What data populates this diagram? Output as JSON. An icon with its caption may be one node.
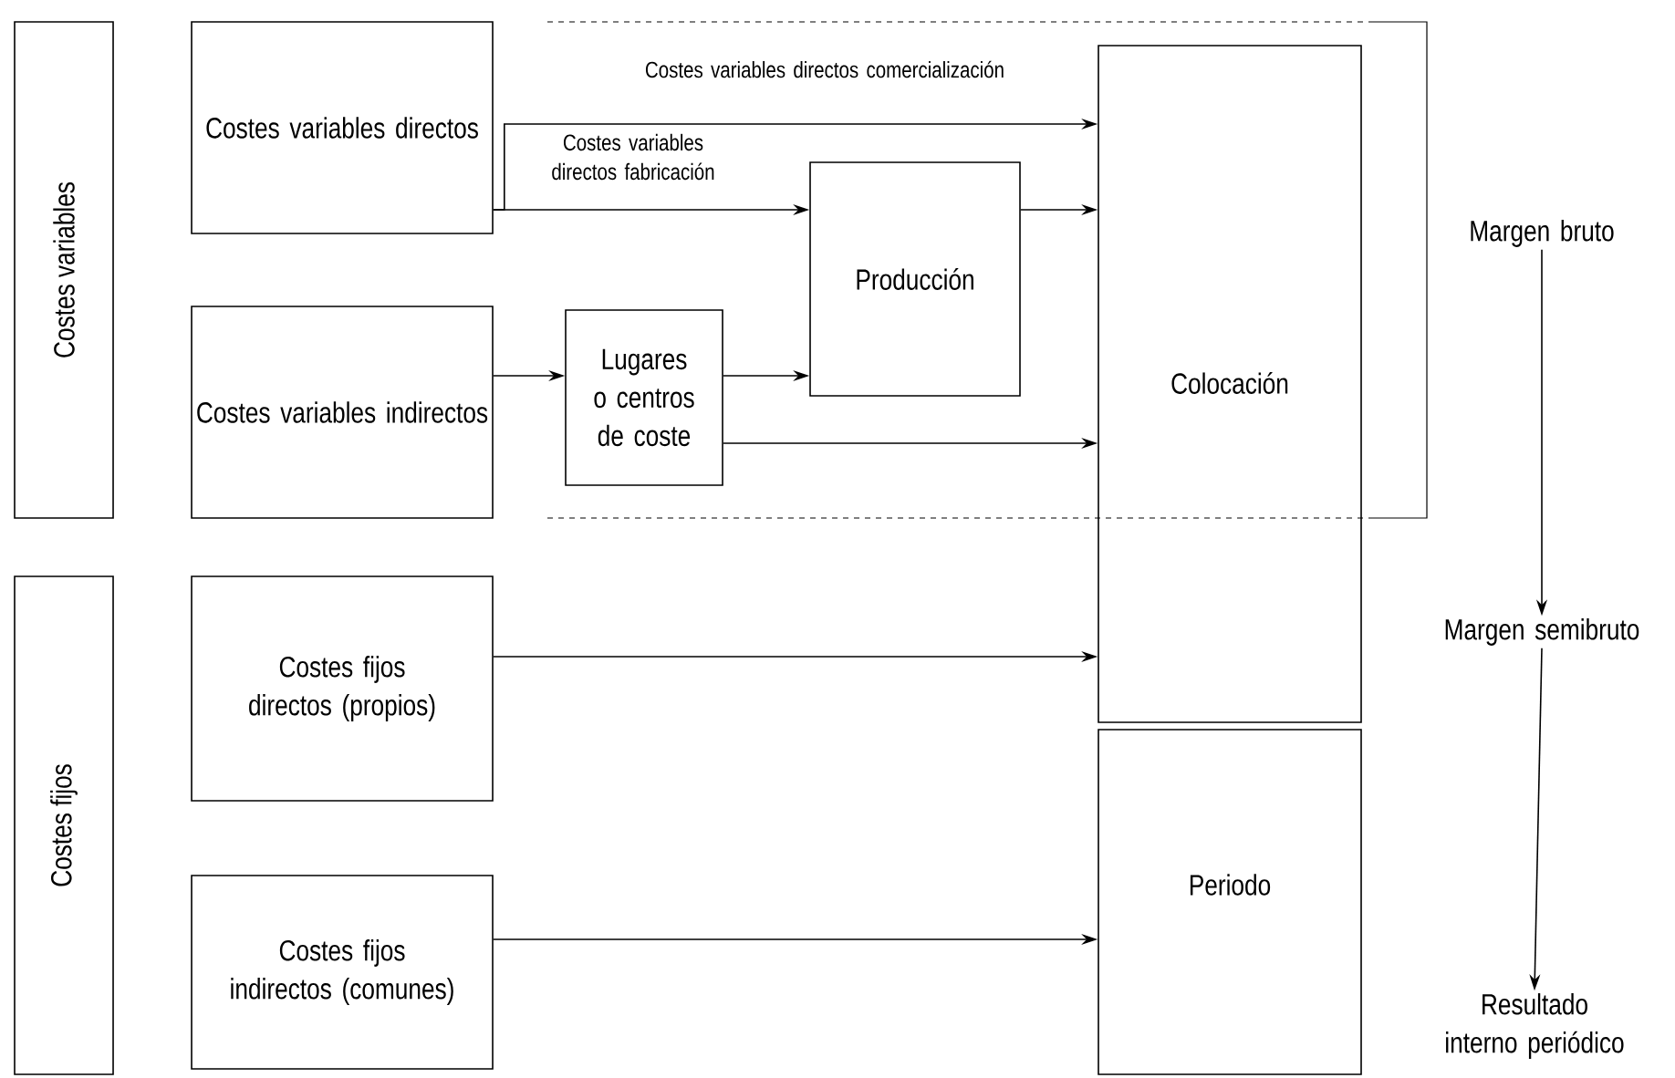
{
  "diagram": {
    "nodes": [
      {
        "text": [
          "Costes variables"
        ]
      },
      {
        "text": [
          "Costes fijos"
        ]
      },
      {
        "text": [
          "Costes variables directos"
        ]
      },
      {
        "text": [
          "Costes variables indirectos"
        ]
      },
      {
        "text": [
          "Lugares o centros de coste"
        ]
      },
      {
        "text": [
          "Producción"
        ]
      },
      {
        "text": [
          "Colocación"
        ]
      },
      {
        "text": [
          "Costes fijos directos (propios)"
        ]
      },
      {
        "text": [
          "Costes fijos indirectos (comunes)"
        ]
      },
      {
        "text": [
          "Periodo"
        ]
      },
      {
        "text": [
          "Margen bruto"
        ]
      },
      {
        "text": [
          "Margen semibruto"
        ]
      },
      {
        "text": [
          "Resultado interno periódico"
        ]
      }
    ],
    "edges": [
      {
        "from": 2,
        "to": 6,
        "arrow": "to",
        "label": "Costes variables directos comercialización"
      },
      {
        "from": 2,
        "to": 5,
        "arrow": "to",
        "label": "Costes variables directos fabricación"
      },
      {
        "from": 5,
        "to": 6,
        "arrow": "to"
      },
      {
        "from": 3,
        "to": 4,
        "arrow": "to"
      },
      {
        "from": 4,
        "to": 5,
        "arrow": "to"
      },
      {
        "from": 4,
        "to": 6,
        "arrow": "to"
      },
      {
        "from": 7,
        "to": 6,
        "arrow": "to"
      },
      {
        "from": 8,
        "to": 9,
        "arrow": "to"
      },
      {
        "from": 10,
        "to": 11,
        "arrow": "to"
      },
      {
        "from": 11,
        "to": 12,
        "arrow": "to"
      }
    ]
  }
}
